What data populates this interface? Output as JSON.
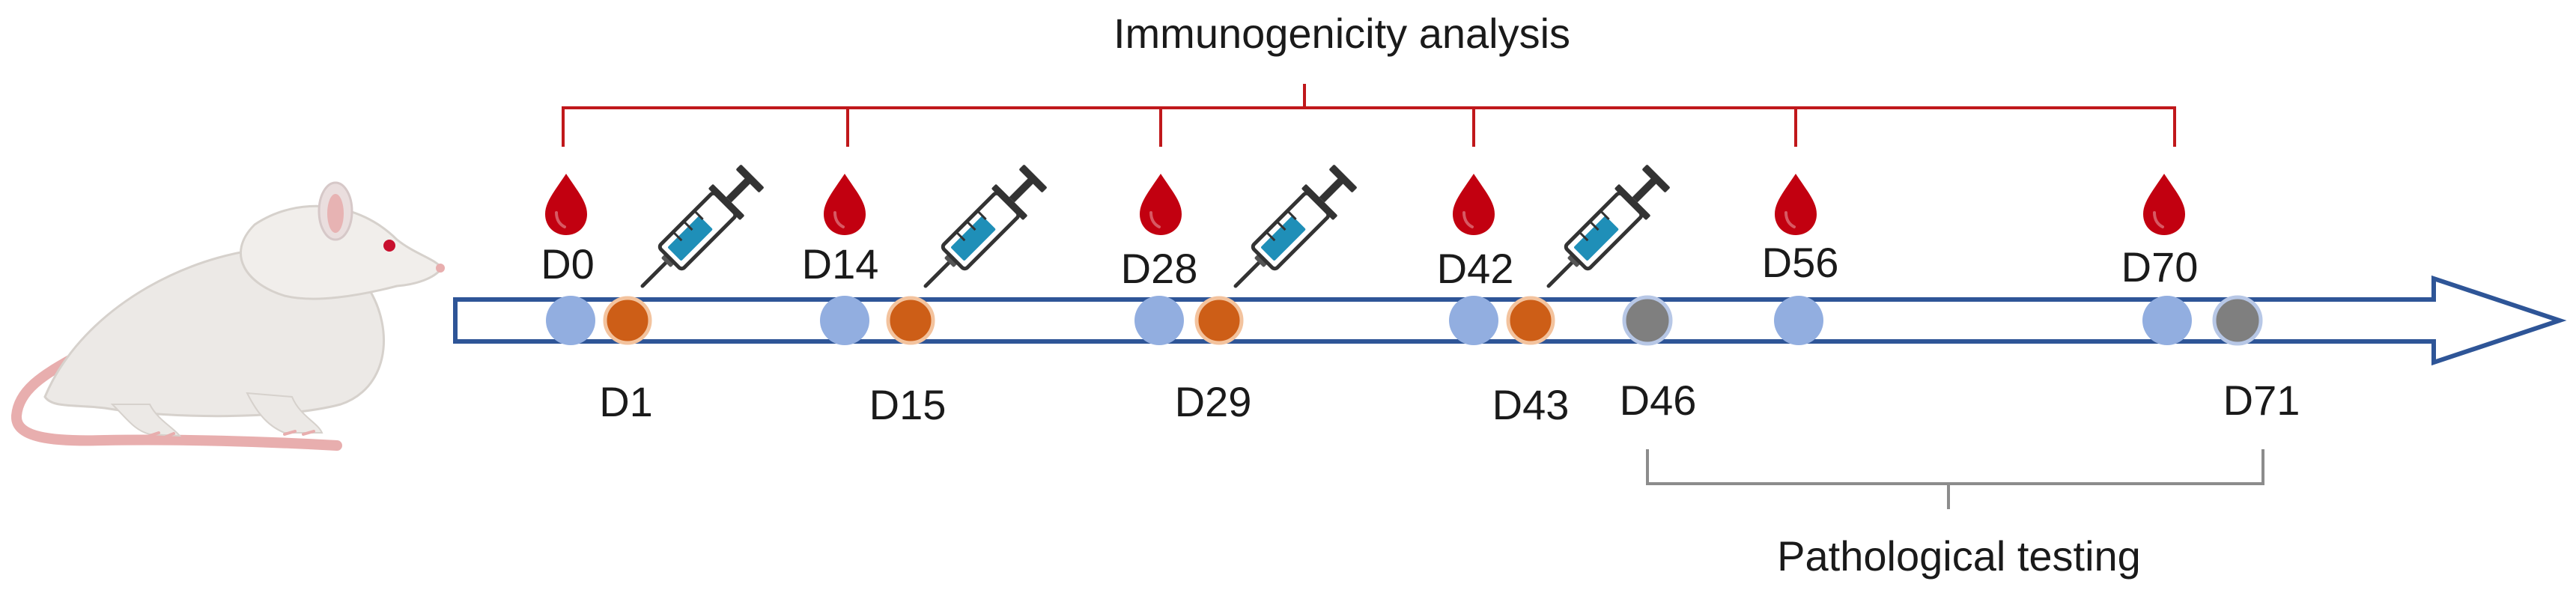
{
  "title": "Immunogenicity analysis",
  "bottom_label": "Pathological testing",
  "blood_draw_days": [
    "D0",
    "D14",
    "D28",
    "D42",
    "D56",
    "D70"
  ],
  "injection_days": [
    "D1",
    "D15",
    "D29",
    "D43"
  ],
  "pathology_days": [
    "D46",
    "D71"
  ],
  "icons": {
    "animal": "rat-illustration",
    "blood": "blood-drop-icon",
    "injection": "syringe-icon",
    "timeline": "timeline-arrow"
  },
  "colors": {
    "bracket_top": "#c0181b",
    "bracket_bottom": "#8c8c8c",
    "arrow_stroke": "#2e5597",
    "blood_drop": "#c20010",
    "blood_dot": "#92aee0",
    "injection_dot": "#cd5e17",
    "pathology_dot": "#7f7f7f",
    "syringe_fluid": "#1f8fb8"
  }
}
